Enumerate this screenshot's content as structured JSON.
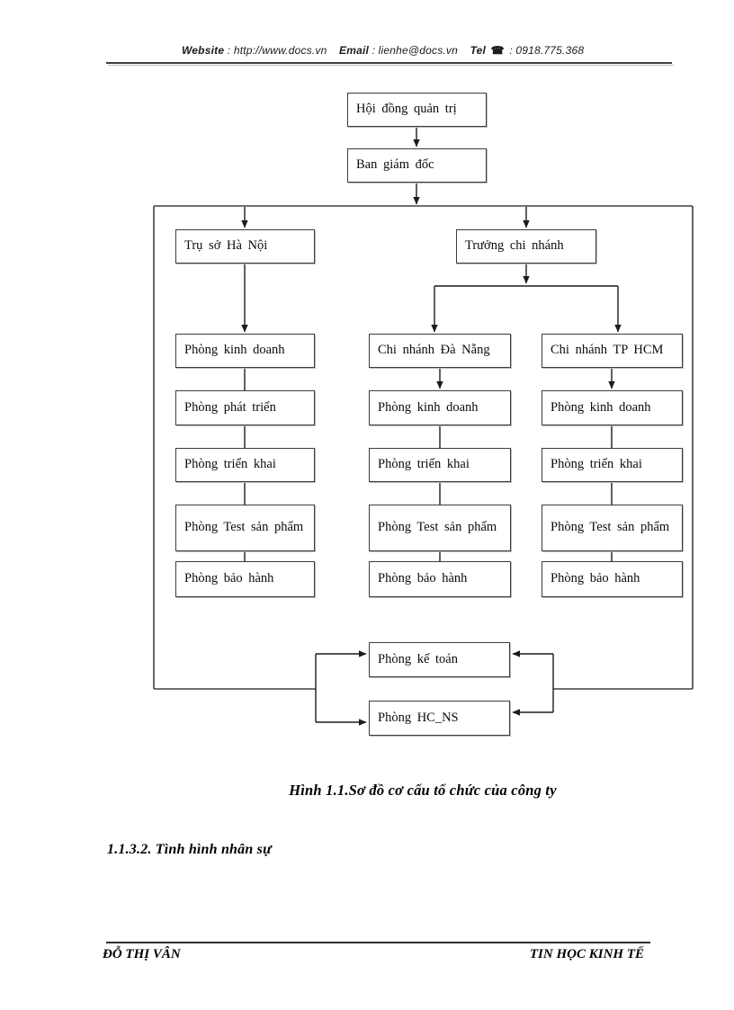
{
  "header": {
    "website_label": "Website",
    "website_value": ": http://www.docs.vn",
    "email_label": "Email",
    "email_value": ": lienhe@docs.vn",
    "tel_label": "Tel",
    "phone_icon": "☎",
    "tel_value": ": 0918.775.368"
  },
  "org_chart": {
    "nodes": {
      "hoi_dong_quan_tri": "Hội đồng quản trị",
      "ban_giam_doc": "Ban giám đốc",
      "tru_so_ha_noi": "Trụ sở Hà Nội",
      "truong_chi_nhanh": "Trưởng chi nhánh",
      "hn_kinh_doanh": "Phòng kinh doanh",
      "hn_phat_trien": "Phòng phát triển",
      "hn_trien_khai": "Phòng triển khai",
      "hn_test_san_pham": "Phòng Test sản phẩm",
      "hn_bao_hanh": "Phòng bảo hành",
      "cn_da_nang": "Chi nhánh Đà Nẵng",
      "dn_kinh_doanh": "Phòng kinh doanh",
      "dn_trien_khai": "Phòng triển khai",
      "dn_test_san_pham": "Phòng Test sản phẩm",
      "dn_bao_hanh": "Phòng bảo hành",
      "cn_tp_hcm": "Chi nhánh TP HCM",
      "hcm_kinh_doanh": "Phòng kinh doanh",
      "hcm_trien_khai": "Phòng triển khai",
      "hcm_test_san_pham": "Phòng Test sản phẩm",
      "hcm_bao_hanh": "Phòng bảo hành",
      "ke_toan": "Phòng kế toán",
      "hc_ns": "Phòng HC_NS"
    }
  },
  "caption": "Hình 1.1.Sơ đồ cơ cấu tổ chức của công ty",
  "section_heading": "1.1.3.2. Tình hình nhân sự",
  "footer": {
    "left": "ĐỖ THỊ VÂN",
    "right": "TIN HỌC KINH TẾ"
  }
}
